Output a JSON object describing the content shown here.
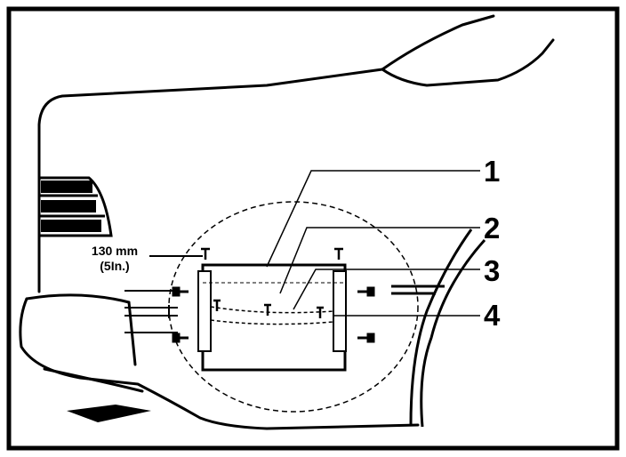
{
  "figure": {
    "callouts": [
      "1",
      "2",
      "3",
      "4"
    ],
    "dimension": {
      "value": "130 mm",
      "alt_value": "(5In.)"
    }
  }
}
